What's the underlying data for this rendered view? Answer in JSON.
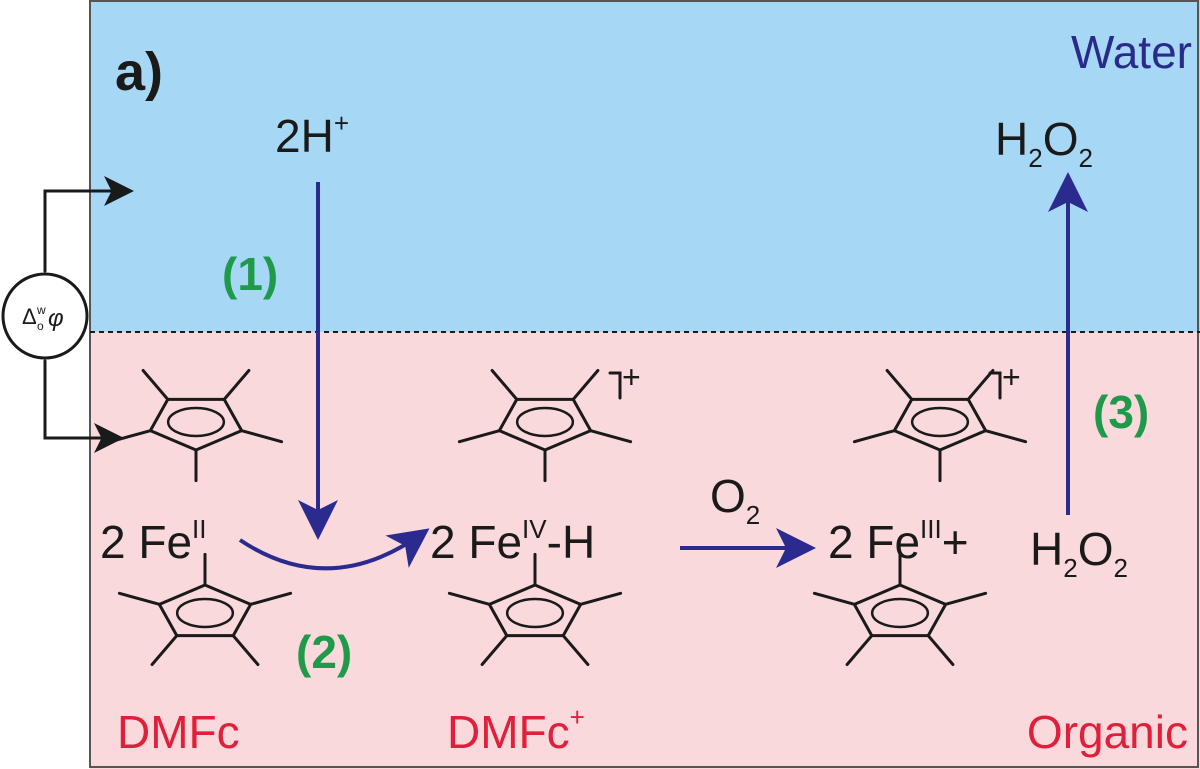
{
  "panel_label": "a)",
  "phases": {
    "water": {
      "label": "Water",
      "color": "#a6d8f5"
    },
    "organic": {
      "label": "Organic",
      "color": "#f9d9dc"
    }
  },
  "potential_symbol": {
    "delta": "Δ",
    "sup": "w",
    "sub": "o",
    "phi": "φ"
  },
  "species": {
    "protons": {
      "text": "2H",
      "sup": "+"
    },
    "peroxide_water": {
      "a": "H",
      "a_sub": "2",
      "b": "O",
      "b_sub": "2"
    },
    "fe2": {
      "text": "2 Fe",
      "sup": "II"
    },
    "fe4": {
      "text": "2 Fe",
      "sup": "IV",
      "tail": "-H"
    },
    "fe3": {
      "text": "2 Fe",
      "sup": "III",
      "tail": "+"
    },
    "peroxide_org": {
      "a": "H",
      "a_sub": "2",
      "b": "O",
      "b_sub": "2"
    },
    "oxygen": {
      "text": "O",
      "sub": "2"
    },
    "cation_charge": "+"
  },
  "steps": {
    "s1": "(1)",
    "s2": "(2)",
    "s3": "(3)"
  },
  "names": {
    "dmfc": "DMFc",
    "dmfc_plus": {
      "text": "DMFc",
      "sup": "+"
    }
  },
  "colors": {
    "arrow": "#2b2b8f",
    "step": "#1f9a4a",
    "label_red": "#e0203a",
    "label_blue": "#2a2a8a"
  }
}
